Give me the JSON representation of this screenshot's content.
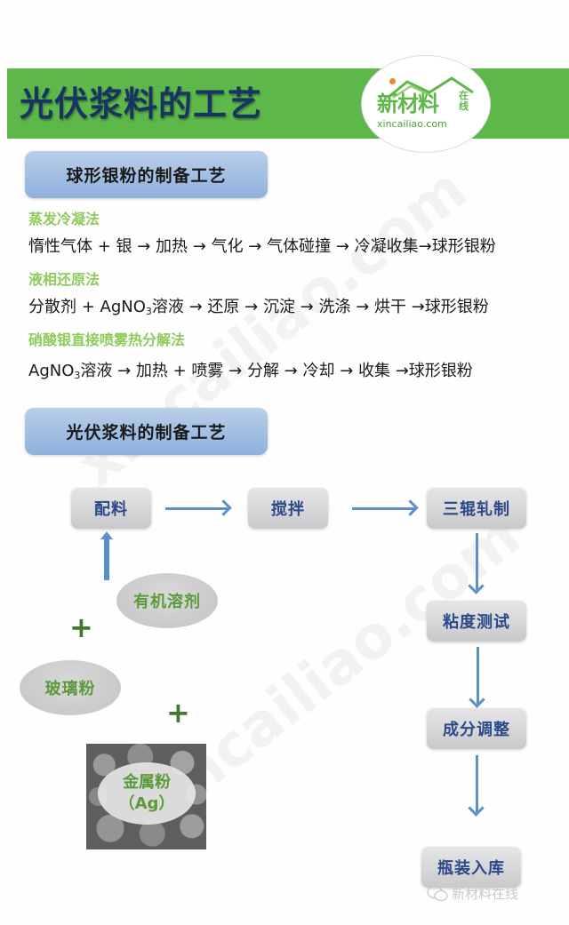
{
  "header": {
    "title": "光伏浆料的工艺",
    "logo": {
      "main": "新材料",
      "side": "在线",
      "url": "xincailiao.com"
    },
    "colors": {
      "banner": "#5db849",
      "title": "#173463"
    }
  },
  "section1": {
    "heading": "球形银粉的制备工艺",
    "methods": [
      {
        "name": "蒸发冷凝法",
        "flow": "惰性气体 + 银 → 加热 → 气化 → 气体碰撞 → 冷凝收集→球形银粉"
      },
      {
        "name": "液相还原法",
        "flow_pre": "分散剂 + AgNO",
        "flow_sub": "3",
        "flow_post": "溶液 → 还原 → 沉淀 → 洗涤 → 烘干 →球形银粉"
      },
      {
        "name": "硝酸银直接喷雾热分解法",
        "flow_pre": "AgNO",
        "flow_sub": "3",
        "flow_post": "溶液 → 加热 + 喷雾 → 分解 → 冷却 → 收集 →球形银粉"
      }
    ]
  },
  "section2": {
    "heading": "光伏浆料的制备工艺",
    "steps": [
      "配料",
      "搅拌",
      "三辊轧制",
      "粘度测试",
      "成分调整",
      "瓶装入库"
    ],
    "ingredients": {
      "organic": "有机溶剂",
      "glass": "玻璃粉",
      "metal_line1": "金属粉",
      "metal_line2": "（Ag）",
      "plus": "+"
    }
  },
  "watermark": "xincailiao.com",
  "footer": {
    "wechat_label": "新材料在线"
  }
}
